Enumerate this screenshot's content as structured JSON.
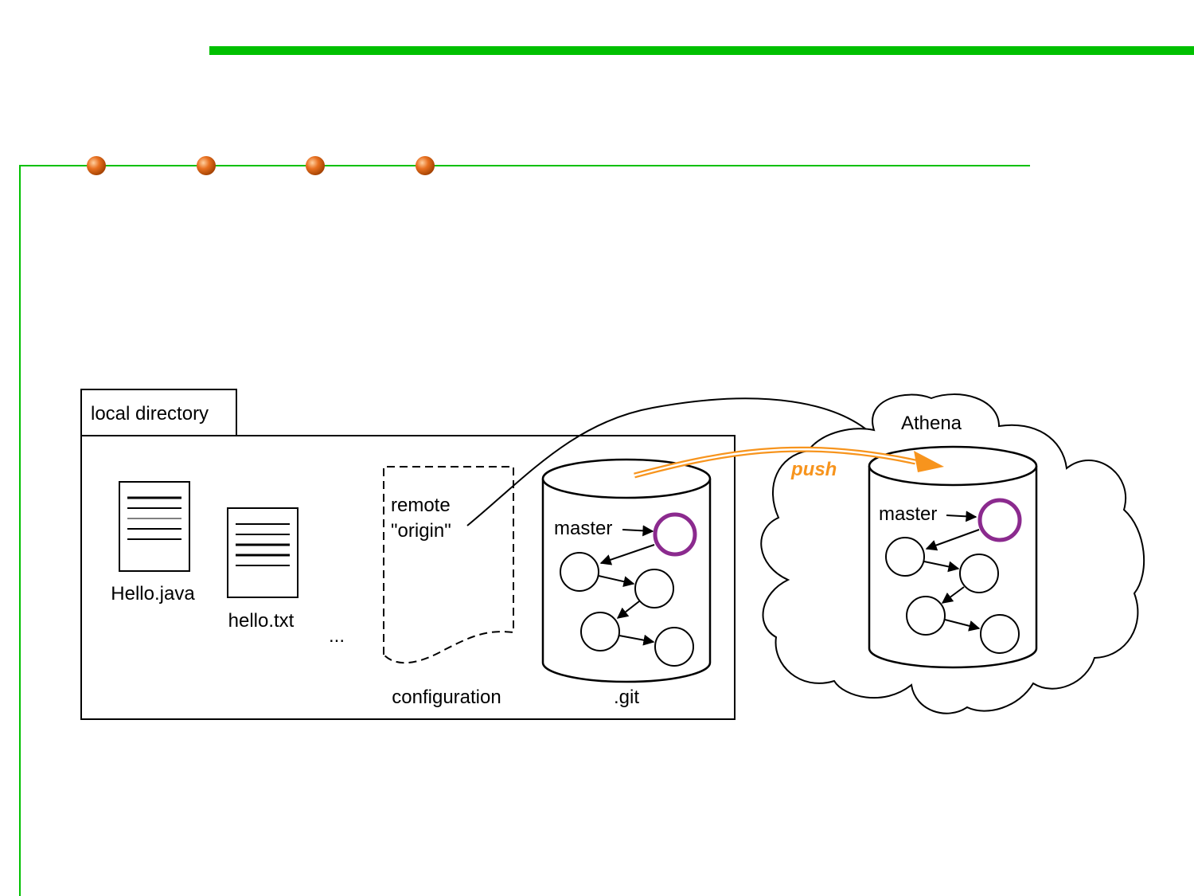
{
  "colors": {
    "accent_green": "#00c000",
    "bullet_orange": "#e87020",
    "head_commit_purple": "#8b2a8e",
    "push_orange": "#f7941d",
    "ink": "#000000"
  },
  "icons": {
    "bullet": "orange-sphere-bullet",
    "document": "text-document-icon",
    "repository": "database-cylinder-icon",
    "remote_server": "cloud-icon"
  },
  "local": {
    "tab_label": "local directory",
    "files": [
      {
        "name": "Hello.java"
      },
      {
        "name": "hello.txt"
      }
    ],
    "more_files": "...",
    "config": {
      "line1": "remote",
      "line2": "\"origin\"",
      "label": "configuration"
    },
    "repo": {
      "label": ".git",
      "branch": "master"
    }
  },
  "remote": {
    "name": "Athena",
    "branch": "master"
  },
  "push_label": "push"
}
